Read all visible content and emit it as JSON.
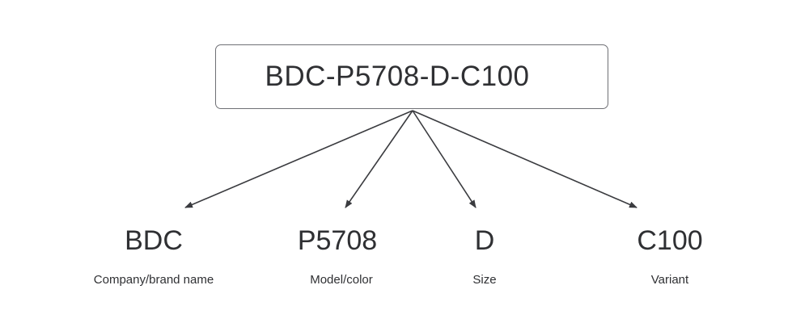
{
  "code": "BDC-P5708-D-C100",
  "segments": [
    {
      "value": "BDC",
      "label": "Company/brand name"
    },
    {
      "value": "P5708",
      "label": "Model/color"
    },
    {
      "value": "D",
      "label": "Size"
    },
    {
      "value": "C100",
      "label": "Variant"
    }
  ],
  "colors": {
    "text": "#2f3033",
    "arrow": "#3a3b3f",
    "box_border": "#6f7075"
  }
}
